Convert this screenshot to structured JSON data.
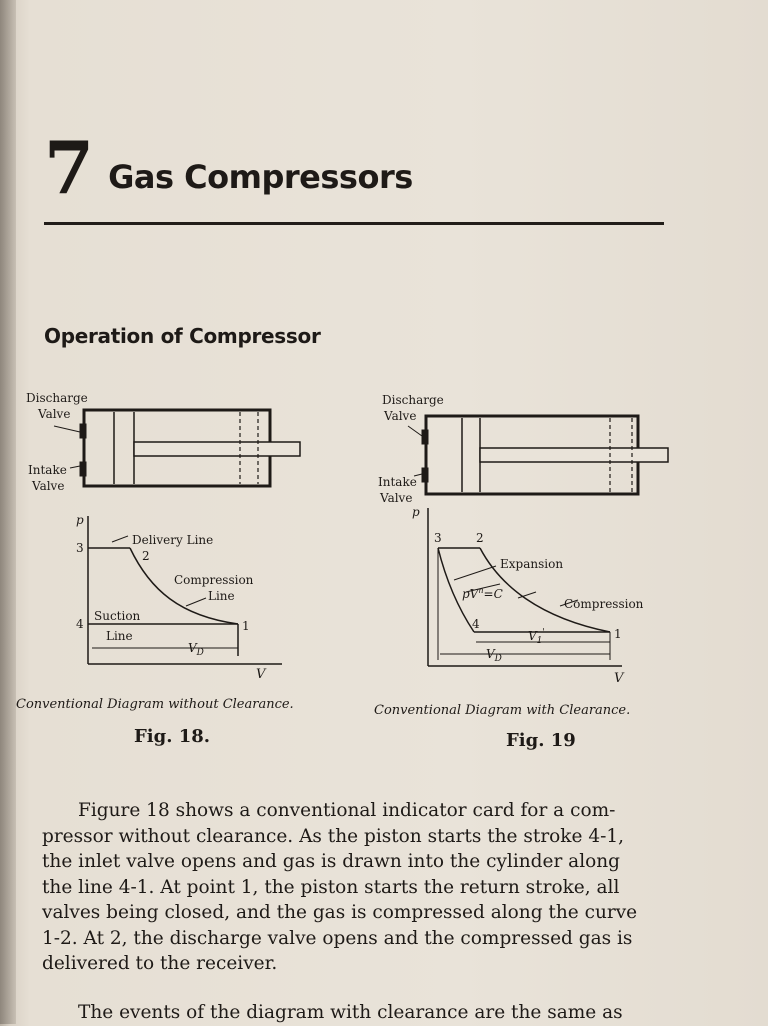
{
  "chapter": {
    "number": "7",
    "title": "Gas Compressors"
  },
  "section_title": "Operation of Compressor",
  "fig18": {
    "discharge_label_1": "Discharge",
    "discharge_label_2": "Valve",
    "intake_label_1": "Intake",
    "intake_label_2": "Valve",
    "axis_p": "p",
    "axis_v": "V",
    "pt3": "3",
    "pt2": "2",
    "pt4": "4",
    "pt1": "1",
    "delivery": "Delivery Line",
    "compression_1": "Compression",
    "compression_2": "Line",
    "suction_1": "Suction",
    "suction_2": "Line",
    "vd": "V",
    "vd_sub": "D",
    "caption": "Conventional   Diagram   without  Clearance.",
    "fig_label": "Fig. 18."
  },
  "fig19": {
    "discharge_label_1": "Discharge",
    "discharge_label_2": "Valve",
    "intake_label_1": "Intake",
    "intake_label_2": "Valve",
    "axis_p": "p",
    "axis_v": "V",
    "pt3": "3",
    "pt2": "2",
    "pt4": "4",
    "pt1": "1",
    "expansion": "Expansion",
    "pvc": "pV",
    "pvc_exp": "n",
    "pvc_c": "=C",
    "compression": "Compression",
    "v1": "V",
    "v1_sub": "1",
    "v1_prime": "'",
    "vd": "V",
    "vd_sub": "D",
    "caption": "Conventional   Diagram  with   Clearance.",
    "fig_label": "Fig. 19"
  },
  "paragraph1": [
    "Figure 18 shows a conventional indicator card for a com-",
    "pressor without clearance. As the piston starts the stroke 4-1,",
    "the inlet valve opens and gas is drawn into the cylinder along",
    "the line 4-1. At point 1, the piston starts the return stroke, all",
    "valves being closed, and the gas is compressed along the curve",
    "1-2. At 2, the discharge valve opens and the compressed gas is",
    "delivered to the receiver."
  ],
  "paragraph2": [
    "The events of the diagram with clearance are the same as"
  ]
}
